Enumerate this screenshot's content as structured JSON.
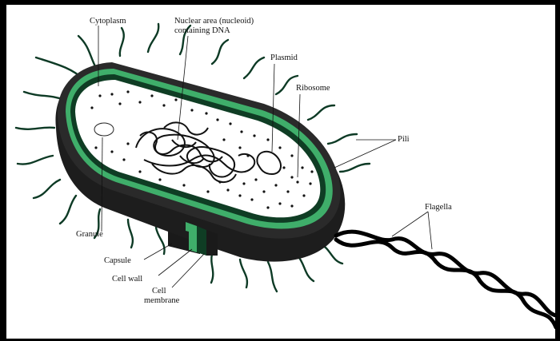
{
  "labels": {
    "cytoplasm": "Cytoplasm",
    "nucleoid_1": "Nuclear area (nucleoid)",
    "nucleoid_2": "containing DNA",
    "plasmid": "Plasmid",
    "ribosome": "Ribosome",
    "pili": "Pili",
    "granule": "Granule",
    "flagella": "Flagella",
    "capsule": "Capsule",
    "cell_wall": "Cell wall",
    "cell_membrane_1": "Cell",
    "cell_membrane_2": "membrane"
  },
  "colors": {
    "capsule": "#1d1d1d",
    "wall": "#3fae6a",
    "membrane": "#0f3d24",
    "cytoplasm": "#ffffff",
    "pili": "#0d3a25",
    "flagella": "#000000"
  }
}
